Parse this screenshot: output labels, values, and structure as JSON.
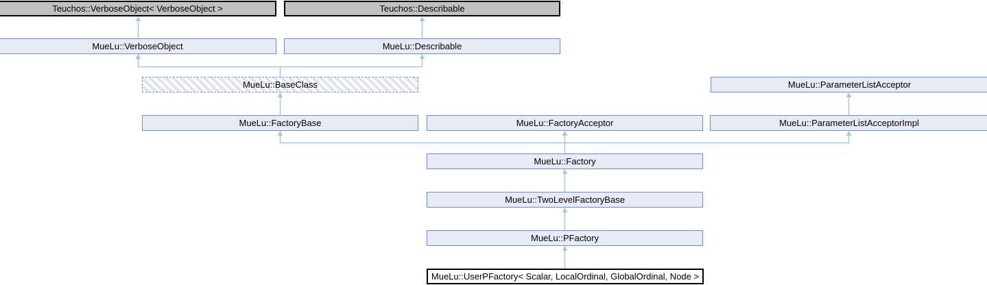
{
  "diagram": {
    "type": "class-inheritance-diagram",
    "tool": "doxygen-style collaboration graph",
    "colors": {
      "background": "#ffffff",
      "node_fill": "#e8ebf6",
      "node_border": "#7789bb",
      "external_fill": "#c1c1c1",
      "external_border": "#000000",
      "current_fill": "#ffffff",
      "current_border": "#000000",
      "arrow": "#a0cade",
      "hatch_stripe": "#dde3f1",
      "dash_border": "#8494c8",
      "text": "#000000"
    },
    "nodes": {
      "teuchos_verbose_object": {
        "label": "Teuchos::VerboseObject< VerboseObject >",
        "style": "external"
      },
      "teuchos_describable": {
        "label": "Teuchos::Describable",
        "style": "external"
      },
      "muelu_verbose_object": {
        "label": "MueLu::VerboseObject",
        "style": "documented"
      },
      "muelu_describable": {
        "label": "MueLu::Describable",
        "style": "documented"
      },
      "muelu_base_class": {
        "label": "MueLu::BaseClass",
        "style": "hatched-dashed"
      },
      "muelu_parameter_list_acceptor": {
        "label": "MueLu::ParameterListAcceptor",
        "style": "documented"
      },
      "muelu_factory_base": {
        "label": "MueLu::FactoryBase",
        "style": "documented"
      },
      "muelu_factory_acceptor": {
        "label": "MueLu::FactoryAcceptor",
        "style": "documented"
      },
      "muelu_parameter_list_acceptor_impl": {
        "label": "MueLu::ParameterListAcceptorImpl",
        "style": "documented"
      },
      "muelu_factory": {
        "label": "MueLu::Factory",
        "style": "documented"
      },
      "muelu_two_level_factory_base": {
        "label": "MueLu::TwoLevelFactoryBase",
        "style": "documented"
      },
      "muelu_pfactory": {
        "label": "MueLu::PFactory",
        "style": "documented"
      },
      "muelu_user_pfactory": {
        "label": "MueLu::UserPFactory< Scalar, LocalOrdinal, GlobalOrdinal, Node >",
        "style": "current"
      }
    },
    "edges": [
      {
        "child": "muelu_verbose_object",
        "parents": [
          "teuchos_verbose_object"
        ]
      },
      {
        "child": "muelu_describable",
        "parents": [
          "teuchos_describable"
        ]
      },
      {
        "child": "muelu_base_class",
        "parents": [
          "muelu_verbose_object",
          "muelu_describable"
        ]
      },
      {
        "child": "muelu_factory_base",
        "parents": [
          "muelu_base_class"
        ]
      },
      {
        "child": "muelu_parameter_list_acceptor_impl",
        "parents": [
          "muelu_parameter_list_acceptor"
        ]
      },
      {
        "child": "muelu_factory",
        "parents": [
          "muelu_factory_base",
          "muelu_factory_acceptor",
          "muelu_parameter_list_acceptor_impl"
        ]
      },
      {
        "child": "muelu_two_level_factory_base",
        "parents": [
          "muelu_factory"
        ]
      },
      {
        "child": "muelu_pfactory",
        "parents": [
          "muelu_two_level_factory_base"
        ]
      },
      {
        "child": "muelu_user_pfactory",
        "parents": [
          "muelu_pfactory"
        ]
      }
    ]
  }
}
